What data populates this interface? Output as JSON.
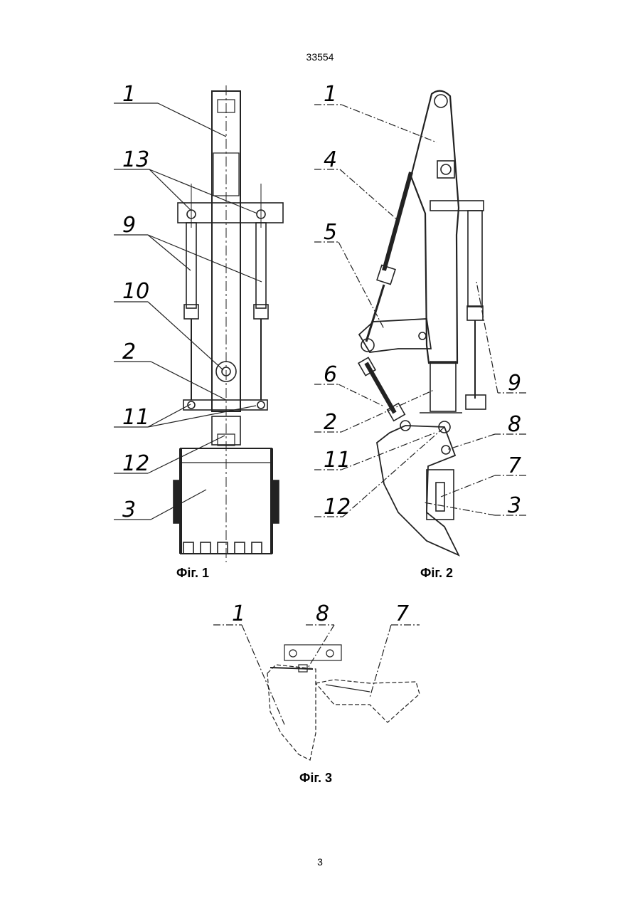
{
  "document": {
    "number": "33554",
    "page": "3"
  },
  "figures": {
    "fig1": {
      "caption": "Фіг. 1",
      "labels": [
        "1",
        "13",
        "9",
        "10",
        "2",
        "11",
        "12",
        "3"
      ]
    },
    "fig2": {
      "caption": "Фіг. 2",
      "labels": [
        "1",
        "4",
        "5",
        "6",
        "2",
        "11",
        "12",
        "9",
        "8",
        "7",
        "3"
      ]
    },
    "fig3": {
      "caption": "Фіг. 3",
      "labels": [
        "1",
        "8",
        "7"
      ]
    }
  }
}
